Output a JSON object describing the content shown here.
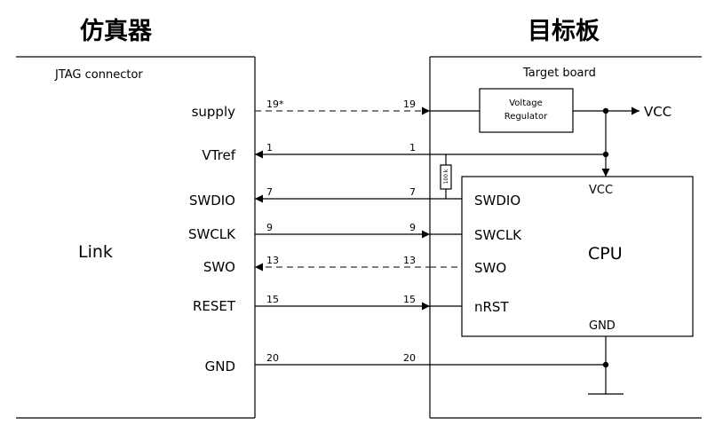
{
  "titles": {
    "left": "仿真器",
    "right": "目标板"
  },
  "emulator": {
    "connector": "JTAG connector",
    "name": "Link"
  },
  "target": {
    "title": "Target board",
    "vcc_out": "VCC"
  },
  "regulator": {
    "line1": "Voltage",
    "line2": "Regulator"
  },
  "resistor": {
    "value": "100 k"
  },
  "cpu": {
    "name": "CPU",
    "vcc": "VCC",
    "gnd": "GND"
  },
  "signals": [
    {
      "name": "supply",
      "pin_left": "19*",
      "pin_right": "19",
      "cpu_pin": ""
    },
    {
      "name": "VTref",
      "pin_left": "1",
      "pin_right": "1",
      "cpu_pin": ""
    },
    {
      "name": "SWDIO",
      "pin_left": "7",
      "pin_right": "7",
      "cpu_pin": "SWDIO"
    },
    {
      "name": "SWCLK",
      "pin_left": "9",
      "pin_right": "9",
      "cpu_pin": "SWCLK"
    },
    {
      "name": "SWO",
      "pin_left": "13",
      "pin_right": "13",
      "cpu_pin": "SWO"
    },
    {
      "name": "RESET",
      "pin_left": "15",
      "pin_right": "15",
      "cpu_pin": "nRST"
    },
    {
      "name": "GND",
      "pin_left": "20",
      "pin_right": "20",
      "cpu_pin": ""
    }
  ]
}
